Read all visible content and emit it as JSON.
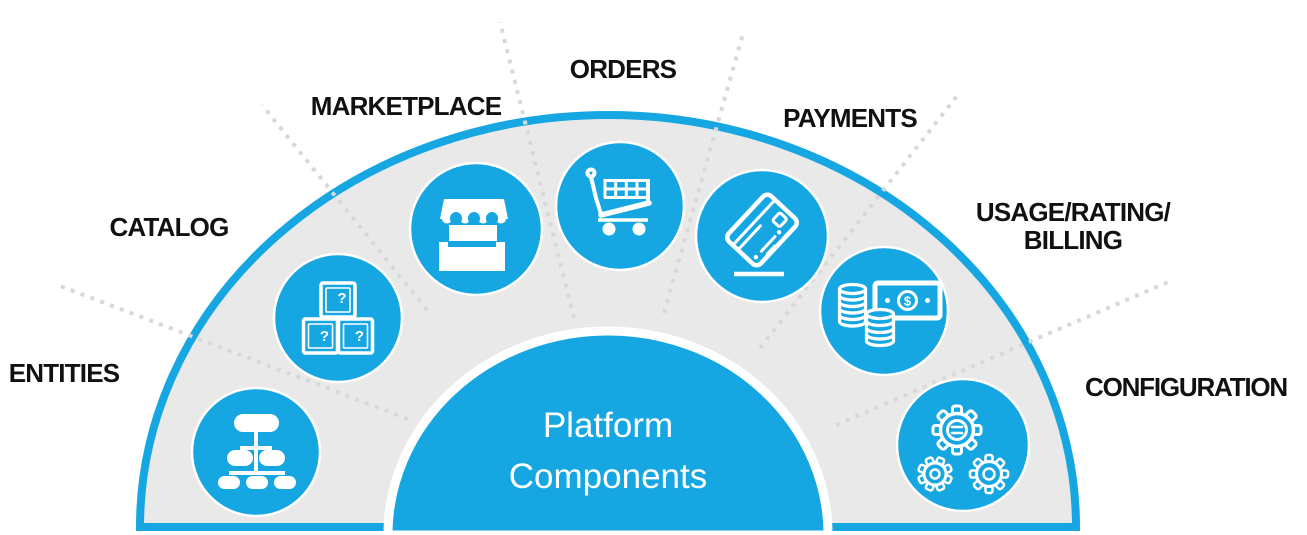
{
  "diagram_title": "Platform Components",
  "center": {
    "line1": "Platform",
    "line2": "Components"
  },
  "segments": [
    {
      "label": "ENTITIES",
      "icon": "org-chart-icon"
    },
    {
      "label": "CATALOG",
      "icon": "mystery-boxes-icon"
    },
    {
      "label": "MARKETPLACE",
      "icon": "market-stall-icon"
    },
    {
      "label": "ORDERS",
      "icon": "shopping-cart-icon"
    },
    {
      "label": "PAYMENTS",
      "icon": "credit-card-icon"
    },
    {
      "label": "USAGE/RATING/\nBILLING",
      "icon": "coins-banknote-icon"
    },
    {
      "label": "CONFIGURATION",
      "icon": "gears-icon"
    }
  ],
  "colors": {
    "accent_blue": "#16a7e2",
    "dome_gray": "#e9e9e9",
    "dotted_line_gray": "#d8d8d8",
    "label_black": "#111111",
    "icon_white": "#ffffff"
  }
}
